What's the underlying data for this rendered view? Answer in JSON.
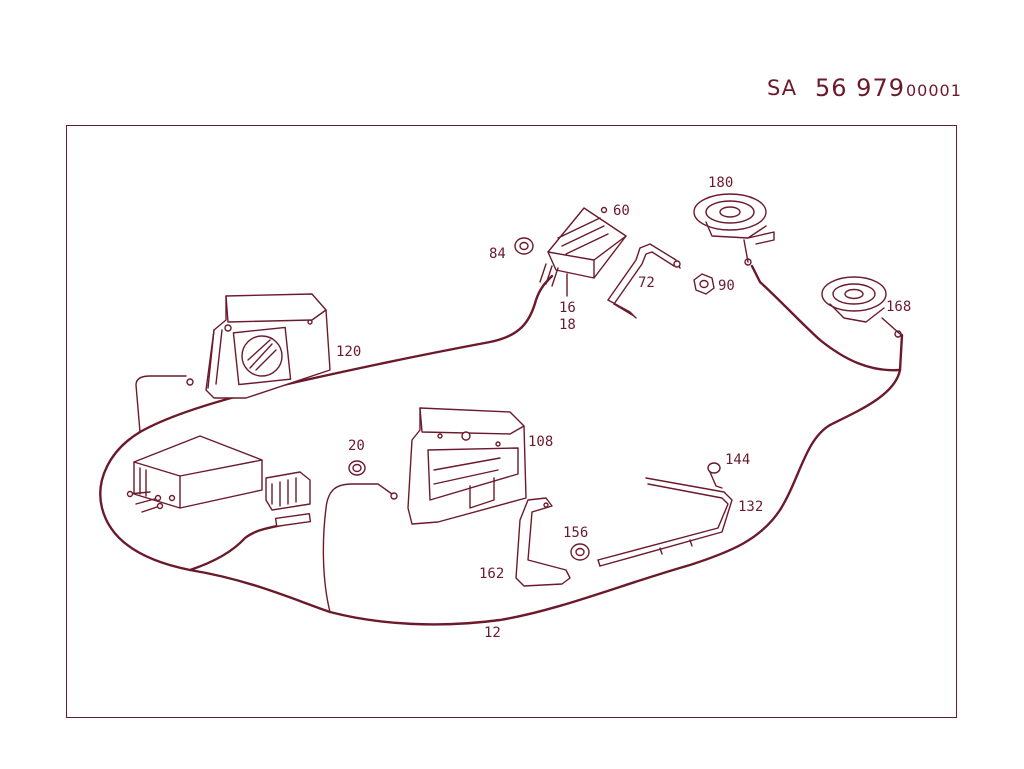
{
  "header": {
    "prefix": "SA",
    "number": "56 979",
    "suffix": "00001"
  },
  "callouts": {
    "p12": "12",
    "p16": "16",
    "p18": "18",
    "p20": "20",
    "p60": "60",
    "p72": "72",
    "p84": "84",
    "p90": "90",
    "p108": "108",
    "p120": "120",
    "p132": "132",
    "p144": "144",
    "p156": "156",
    "p162": "162",
    "p168": "168",
    "p180": "180"
  }
}
